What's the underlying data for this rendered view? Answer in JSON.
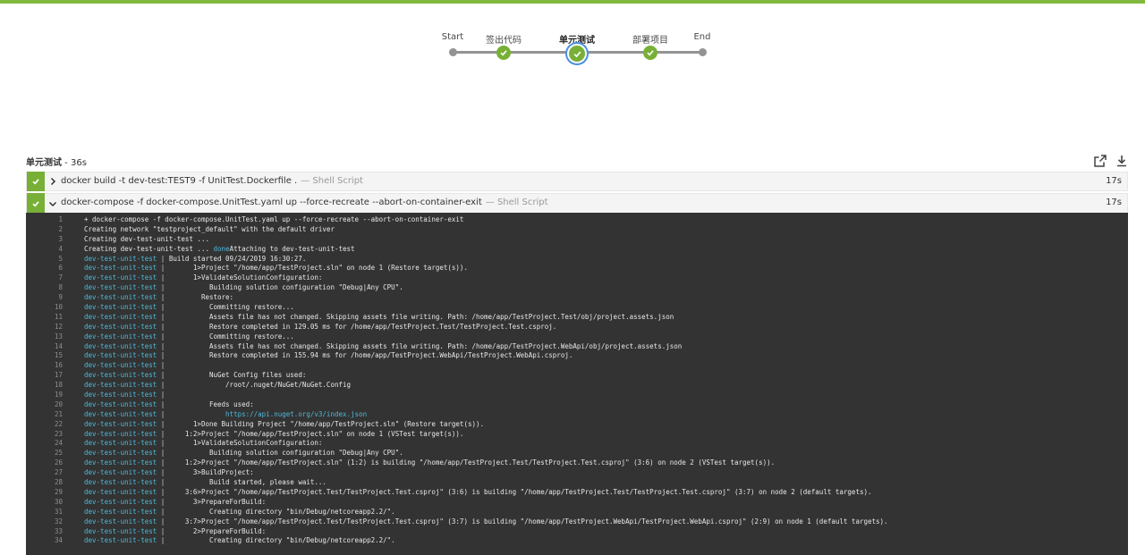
{
  "pipeline": {
    "stages": [
      {
        "label": "Start",
        "status": "terminal"
      },
      {
        "label": "签出代码",
        "status": "success"
      },
      {
        "label": "单元测试",
        "status": "success-selected"
      },
      {
        "label": "部署项目",
        "status": "success"
      },
      {
        "label": "End",
        "status": "terminal"
      }
    ]
  },
  "log_header": {
    "stage_name": "单元测试",
    "duration": " - 36s",
    "open_icon": "external-link-icon",
    "download_icon": "download-icon"
  },
  "steps": [
    {
      "command": "docker build -t dev-test:TEST9 -f UnitTest.Dockerfile .",
      "type": "— Shell Script",
      "duration": "17s",
      "expanded": false
    },
    {
      "command": "docker-compose -f docker-compose.UnitTest.yaml up --force-recreate --abort-on-container-exit",
      "type": "— Shell Script",
      "duration": "17s",
      "expanded": true
    }
  ],
  "colors": {
    "success": "#78b037",
    "top_bar": "#81b93e",
    "console_bg": "#333333",
    "prefix": "#4fb8d8",
    "selected_ring": "#4a90e2"
  },
  "console": {
    "lines": [
      {
        "n": "1",
        "prefix": "",
        "text": "+ docker-compose -f docker-compose.UnitTest.yaml up --force-recreate --abort-on-container-exit"
      },
      {
        "n": "2",
        "prefix": "",
        "text": "Creating network \"testproject_default\" with the default driver"
      },
      {
        "n": "3",
        "prefix": "",
        "text": "Creating dev-test-unit-test ..."
      },
      {
        "n": "4",
        "prefix": "",
        "text": "Creating dev-test-unit-test ... ",
        "done": "done",
        "after": "Attaching to dev-test-unit-test"
      },
      {
        "n": "5",
        "prefix": "dev-test-unit-test",
        "text": " Build started 09/24/2019 16:30:27."
      },
      {
        "n": "6",
        "prefix": "dev-test-unit-test",
        "text": "       1>Project \"/home/app/TestProject.sln\" on node 1 (Restore target(s))."
      },
      {
        "n": "7",
        "prefix": "dev-test-unit-test",
        "text": "       1>ValidateSolutionConfiguration:"
      },
      {
        "n": "8",
        "prefix": "dev-test-unit-test",
        "text": "           Building solution configuration \"Debug|Any CPU\"."
      },
      {
        "n": "9",
        "prefix": "dev-test-unit-test",
        "text": "         Restore:"
      },
      {
        "n": "10",
        "prefix": "dev-test-unit-test",
        "text": "           Committing restore..."
      },
      {
        "n": "11",
        "prefix": "dev-test-unit-test",
        "text": "           Assets file has not changed. Skipping assets file writing. Path: /home/app/TestProject.Test/obj/project.assets.json"
      },
      {
        "n": "12",
        "prefix": "dev-test-unit-test",
        "text": "           Restore completed in 129.05 ms for /home/app/TestProject.Test/TestProject.Test.csproj."
      },
      {
        "n": "13",
        "prefix": "dev-test-unit-test",
        "text": "           Committing restore..."
      },
      {
        "n": "14",
        "prefix": "dev-test-unit-test",
        "text": "           Assets file has not changed. Skipping assets file writing. Path: /home/app/TestProject.WebApi/obj/project.assets.json"
      },
      {
        "n": "15",
        "prefix": "dev-test-unit-test",
        "text": "           Restore completed in 155.94 ms for /home/app/TestProject.WebApi/TestProject.WebApi.csproj."
      },
      {
        "n": "16",
        "prefix": "dev-test-unit-test",
        "text": ""
      },
      {
        "n": "17",
        "prefix": "dev-test-unit-test",
        "text": "           NuGet Config files used:"
      },
      {
        "n": "18",
        "prefix": "dev-test-unit-test",
        "text": "               /root/.nuget/NuGet/NuGet.Config"
      },
      {
        "n": "19",
        "prefix": "dev-test-unit-test",
        "text": ""
      },
      {
        "n": "20",
        "prefix": "dev-test-unit-test",
        "text": "           Feeds used:"
      },
      {
        "n": "21",
        "prefix": "dev-test-unit-test",
        "text": "               ",
        "link": "https://api.nuget.org/v3/index.json"
      },
      {
        "n": "22",
        "prefix": "dev-test-unit-test",
        "text": "       1>Done Building Project \"/home/app/TestProject.sln\" (Restore target(s))."
      },
      {
        "n": "23",
        "prefix": "dev-test-unit-test",
        "text": "     1:2>Project \"/home/app/TestProject.sln\" on node 1 (VSTest target(s))."
      },
      {
        "n": "24",
        "prefix": "dev-test-unit-test",
        "text": "       1>ValidateSolutionConfiguration:"
      },
      {
        "n": "25",
        "prefix": "dev-test-unit-test",
        "text": "           Building solution configuration \"Debug|Any CPU\"."
      },
      {
        "n": "26",
        "prefix": "dev-test-unit-test",
        "text": "     1:2>Project \"/home/app/TestProject.sln\" (1:2) is building \"/home/app/TestProject.Test/TestProject.Test.csproj\" (3:6) on node 2 (VSTest target(s))."
      },
      {
        "n": "27",
        "prefix": "dev-test-unit-test",
        "text": "       3>BuildProject:"
      },
      {
        "n": "28",
        "prefix": "dev-test-unit-test",
        "text": "           Build started, please wait..."
      },
      {
        "n": "29",
        "prefix": "dev-test-unit-test",
        "text": "     3:6>Project \"/home/app/TestProject.Test/TestProject.Test.csproj\" (3:6) is building \"/home/app/TestProject.Test/TestProject.Test.csproj\" (3:7) on node 2 (default targets)."
      },
      {
        "n": "30",
        "prefix": "dev-test-unit-test",
        "text": "       3>PrepareForBuild:"
      },
      {
        "n": "31",
        "prefix": "dev-test-unit-test",
        "text": "           Creating directory \"bin/Debug/netcoreapp2.2/\"."
      },
      {
        "n": "32",
        "prefix": "dev-test-unit-test",
        "text": "     3:7>Project \"/home/app/TestProject.Test/TestProject.Test.csproj\" (3:7) is building \"/home/app/TestProject.WebApi/TestProject.WebApi.csproj\" (2:9) on node 1 (default targets)."
      },
      {
        "n": "33",
        "prefix": "dev-test-unit-test",
        "text": "       2>PrepareForBuild:"
      },
      {
        "n": "34",
        "prefix": "dev-test-unit-test",
        "text": "           Creating directory \"bin/Debug/netcoreapp2.2/\"."
      }
    ]
  }
}
